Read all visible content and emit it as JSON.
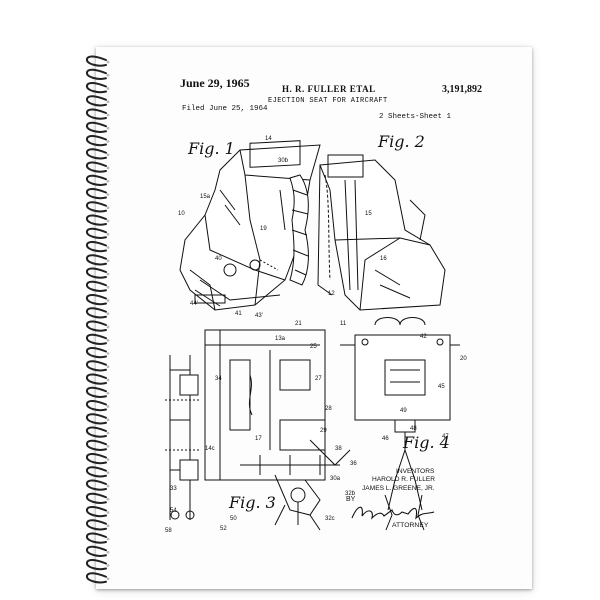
{
  "header": {
    "date": "June 29, 1965",
    "inventors_short": "H. R. FULLER ETAL",
    "patent_number": "3,191,892",
    "title": "EJECTION SEAT FOR AIRCRAFT",
    "filed": "Filed June 25, 1964",
    "sheets": "2 Sheets-Sheet 1"
  },
  "figures": {
    "fig1": "Fig. 1",
    "fig2": "Fig. 2",
    "fig3": "Fig. 3",
    "fig4": "Fig. 4"
  },
  "inventors_block": {
    "label": "INVENTORS",
    "name1": "HAROLD R. FULLER",
    "name2": "JAMES L. GREENE, JR.",
    "by": "BY",
    "attorney": "ATTORNEY"
  },
  "ref_numerals": [
    "14",
    "30b",
    "15a",
    "10",
    "19",
    "40",
    "44'",
    "41",
    "43'",
    "12",
    "15",
    "16",
    "11",
    "21",
    "13a",
    "25",
    "27",
    "28",
    "34",
    "17",
    "29",
    "36",
    "38",
    "14c",
    "33",
    "54",
    "58",
    "52",
    "50",
    "32b",
    "32c",
    "30a",
    "42",
    "45",
    "46",
    "47",
    "48",
    "49",
    "20"
  ]
}
